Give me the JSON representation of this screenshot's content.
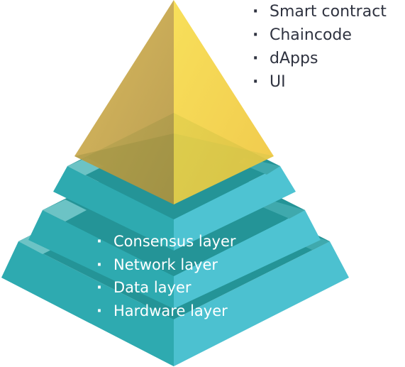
{
  "top_list": {
    "items": [
      "Smart contract",
      "Chaincode",
      "dApps",
      "UI"
    ]
  },
  "bottom_list": {
    "items": [
      "Consensus layer",
      "Network layer",
      "Data layer",
      "Hardware layer"
    ]
  },
  "colors": {
    "gold_light": "#f5d547",
    "gold_dark": "#c9a94a",
    "teal_left": "#2eaab0",
    "teal_right": "#4ec3d2",
    "teal_top": "#249497",
    "teal_highlight": "#6cc3c5",
    "text_dark": "#2f3340",
    "text_light": "#ffffff"
  }
}
